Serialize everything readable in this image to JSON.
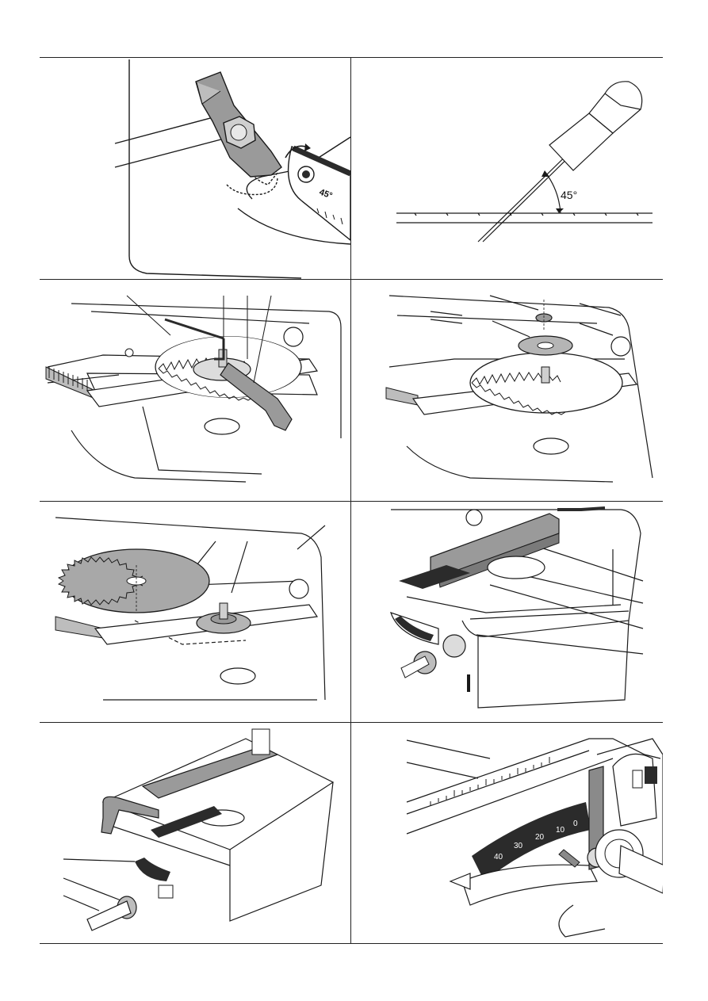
{
  "figures": {
    "fig1": {
      "labels": {
        "scale_mark": "45°"
      }
    },
    "fig2": {
      "labels": {
        "angle": "45°"
      }
    },
    "fig6": {
      "labels": {
        "scale_40": "40",
        "scale_30": "30",
        "scale_20": "20",
        "scale_10": "10",
        "scale_0": "0"
      }
    }
  },
  "colors": {
    "line": "#1a1a1a",
    "part_fill": "#9a9a9a",
    "blade_fill": "#a8a8a8",
    "dark": "#2b2b2b"
  }
}
